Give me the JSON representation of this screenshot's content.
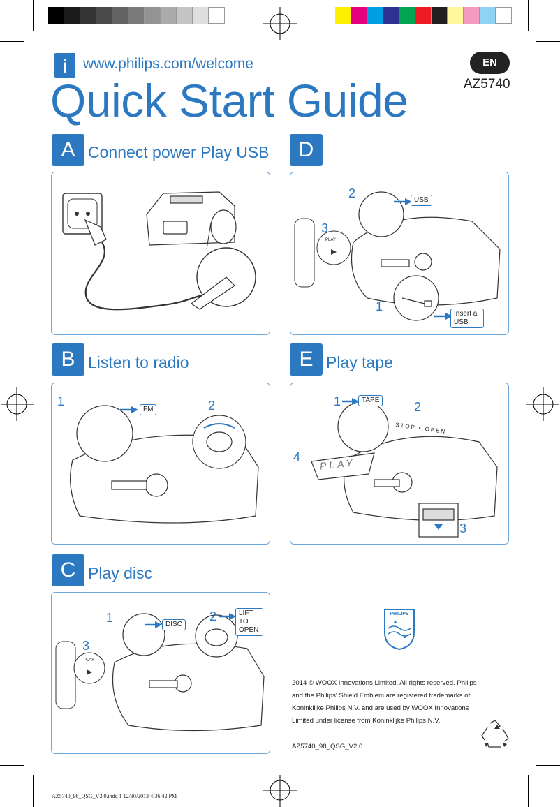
{
  "header": {
    "info_icon": "i",
    "url": "www.philips.com/welcome",
    "title": "Quick Start Guide",
    "language": "EN",
    "model": "AZ5740"
  },
  "sections": {
    "a": {
      "letter": "A",
      "title": "Connect power Play USB"
    },
    "b": {
      "letter": "B",
      "title": "Listen to radio",
      "steps": [
        "1",
        "2"
      ],
      "tag_fm": "FM"
    },
    "c": {
      "letter": "C",
      "title": "Play disc",
      "steps": [
        "1",
        "2",
        "3"
      ],
      "tag_disc": "DISC",
      "tag_lift": "LIFT TO OPEN",
      "play_label": "PLAY"
    },
    "d": {
      "letter": "D",
      "steps": [
        "2",
        "3",
        "1"
      ],
      "tag_usb": "USB",
      "tag_insert": "Insert a USB",
      "play_label": "PLAY"
    },
    "e": {
      "letter": "E",
      "title": "Play tape",
      "steps": [
        "1",
        "2",
        "4",
        "3"
      ],
      "tag_tape": "TAPE",
      "lid_text": "STOP • OPEN",
      "play_text": "PLAY"
    }
  },
  "brand": {
    "name": "PHILIPS"
  },
  "legal": {
    "copyright": "2014 © WOOX Innovations Limited. All rights reserved. Philips and the Philips' Shield Emblem are registered trademarks of Koninklijke Philips N.V. and are used by WOOX Innovations Limited under license from Koninklijke Philips N.V.",
    "doc_id": "AZ5740_98_QSG_V2.0"
  },
  "footer": {
    "file_info": "AZ5740_98_QSG_V2.0.indd   1  12/30/2013   4:36:42 PM"
  },
  "colors": {
    "accent": "#2c79c1",
    "panel_border": "#6fa8dc"
  },
  "icons": [
    "info-icon",
    "power-outlet-icon",
    "remote-control-icon",
    "usb-stick-icon",
    "play-icon",
    "philips-shield-icon",
    "recycle-icon",
    "registration-mark-icon"
  ]
}
